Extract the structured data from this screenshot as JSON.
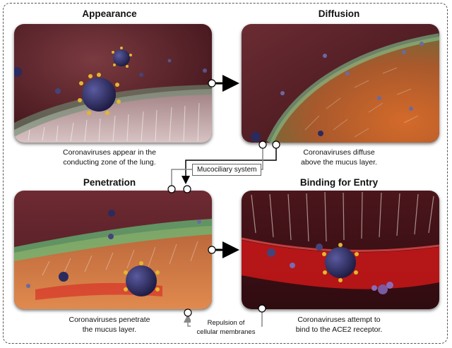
{
  "panels": {
    "appearance": {
      "title": "Appearance",
      "caption_l1": "Coronaviruses appear in the",
      "caption_l2": "conducting zone of the lung."
    },
    "diffusion": {
      "title": "Diffusion",
      "caption_l1": "Coronaviruses diffuse",
      "caption_l2": "above the mucus layer."
    },
    "penetration": {
      "title": "Penetration",
      "caption_l1": "Coronaviruses penetrate",
      "caption_l2": "the mucus layer."
    },
    "binding": {
      "title": "Binding for Entry",
      "caption_l1": "Coronaviruses attempt to",
      "caption_l2": "bind to the ACE2 receptor."
    }
  },
  "connectors": {
    "mucociliary": "Mucociliary system",
    "repulsion_l1": "Repulsion of",
    "repulsion_l2": "cellular membranes"
  },
  "colors": {
    "tissue": "#5a1e26",
    "mucus_green": "#4cae66",
    "virus_body": "#2b2a5e",
    "spike": "#e3b632",
    "membrane_red": "#d41818"
  }
}
